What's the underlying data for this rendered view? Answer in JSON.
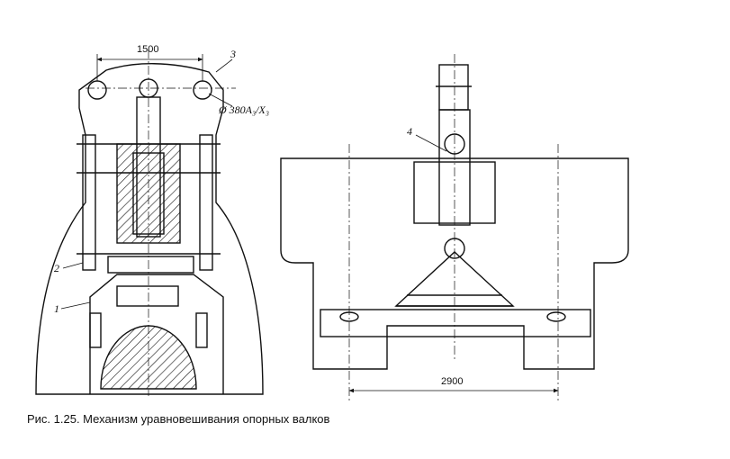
{
  "figure": {
    "caption": "Рис. 1.25. Механизм уравновешивания опорных валков",
    "dimensions": {
      "left_width": "1500",
      "right_width": "2900"
    },
    "diameter_note": "Ø 380A₃/X₃",
    "callouts": {
      "c1": "1",
      "c2": "2",
      "c3": "3",
      "c4": "4"
    }
  }
}
